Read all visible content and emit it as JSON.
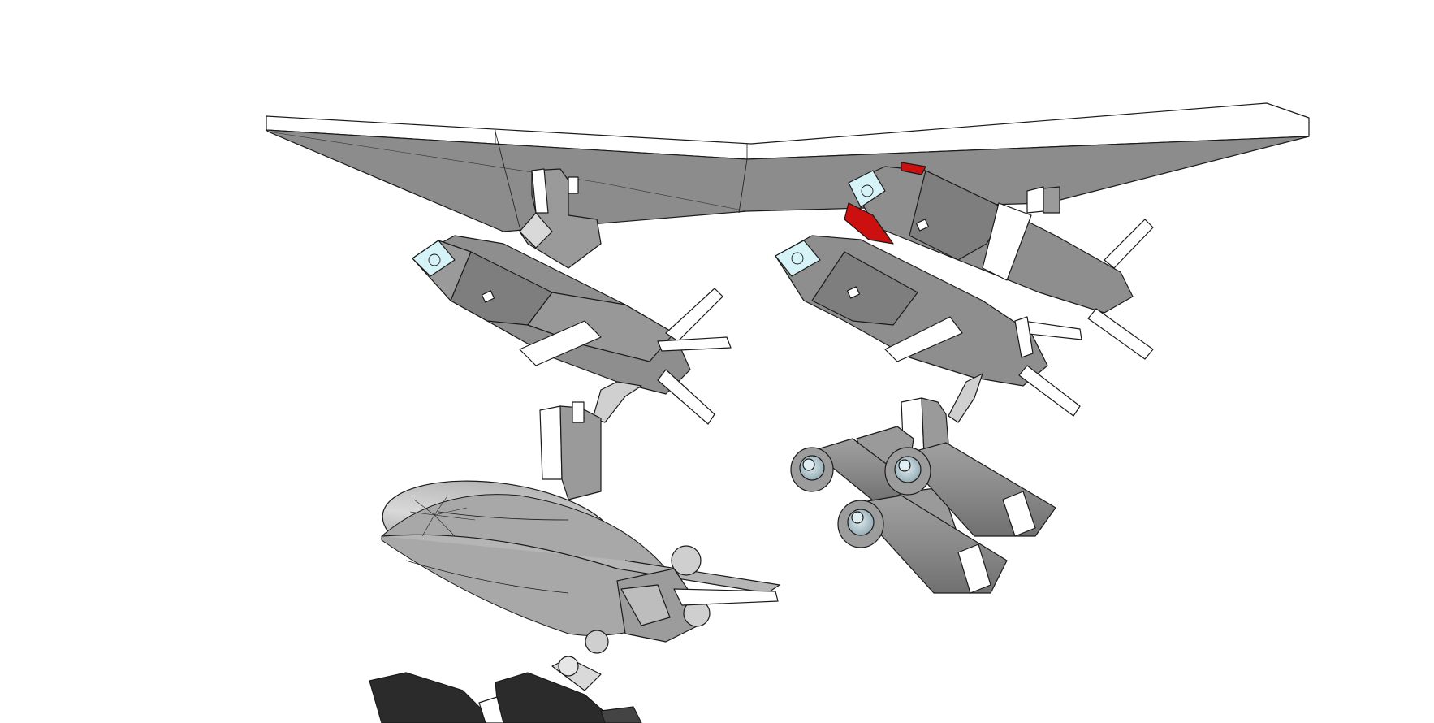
{
  "scene": {
    "type": "3d-model-viewport",
    "render_style": "hidden-line shaded gray",
    "objects": [
      "wing-section",
      "left-missile",
      "upper-right-missile",
      "lower-right-missile",
      "left-pylon",
      "right-pylon",
      "fuel-pod",
      "triple-rocket-rack",
      "bottom-black-pods"
    ]
  },
  "colors": {
    "background": "#ffffff",
    "body_gray": "#8a8a8a",
    "light_gray": "#a9a9a9",
    "dark_gray": "#6e6e6e",
    "edge": "#1a1a1a",
    "glass": "#cfeef7",
    "accent_red": "#cc1010",
    "black_pod": "#2b2b2b"
  }
}
